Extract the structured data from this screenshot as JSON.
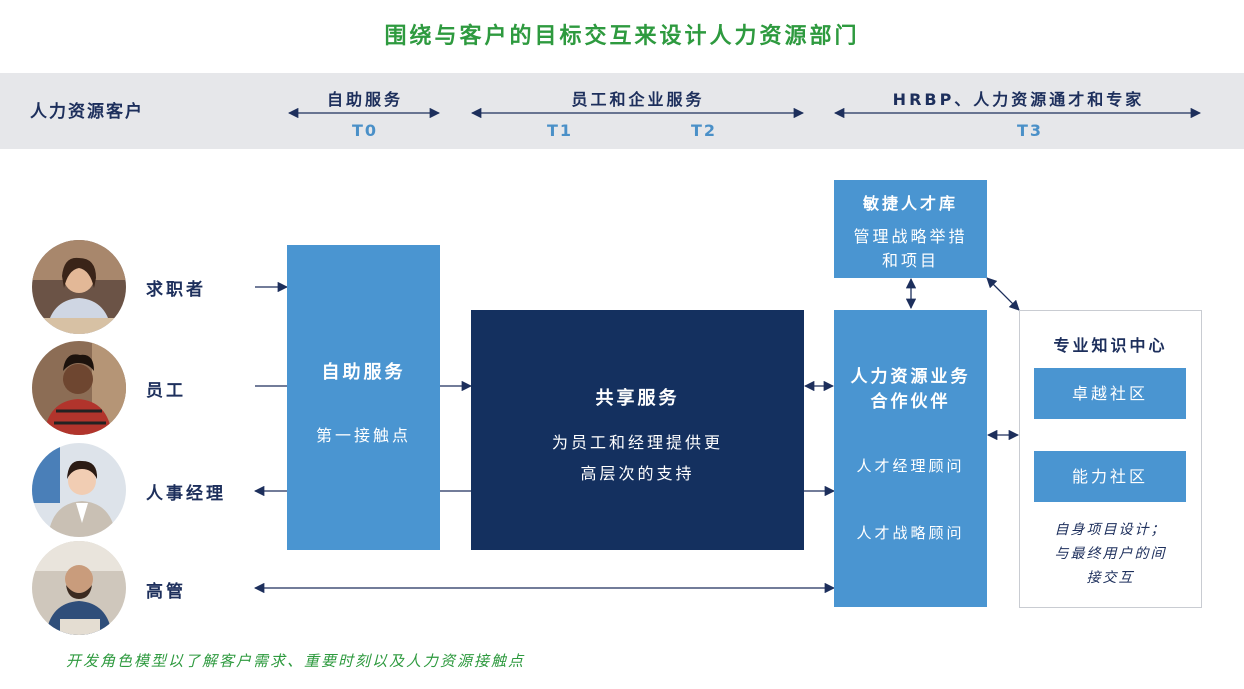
{
  "title": "围绕与客户的目标交互来设计人力资源部门",
  "band": {
    "label": "人力资源客户",
    "tiers": [
      {
        "name": "自助服务",
        "codes": [
          "T0"
        ]
      },
      {
        "name": "员工和企业服务",
        "codes": [
          "T1",
          "T2"
        ]
      },
      {
        "name": "HRBP、人力资源通才和专家",
        "codes": [
          "T3"
        ]
      }
    ]
  },
  "customers": [
    {
      "label": "求职者",
      "icon": "job-seeker-avatar"
    },
    {
      "label": "员工",
      "icon": "employee-avatar"
    },
    {
      "label": "人事经理",
      "icon": "hr-manager-avatar"
    },
    {
      "label": "高管",
      "icon": "executive-avatar"
    }
  ],
  "self_service": {
    "title": "自助服务",
    "subtitle": "第一接触点"
  },
  "shared_services": {
    "title": "共享服务",
    "desc_line1": "为员工和经理提供更",
    "desc_line2": "高层次的支持"
  },
  "talent_pool": {
    "title": "敏捷人才库",
    "line1": "管理战略举措",
    "line2": "和项目"
  },
  "hrbp": {
    "title_line1": "人力资源业务",
    "title_line2": "合作伙伴",
    "item1": "人才经理顾问",
    "item2": "人才战略顾问"
  },
  "expertise_center": {
    "title": "专业知识中心",
    "box1": "卓越社区",
    "box2": "能力社区",
    "note_line1": "自身项目设计；",
    "note_line2": "与最终用户的间",
    "note_line3": "接交互"
  },
  "footer": "开发角色模型以了解客户需求、重要时刻以及人力资源接触点",
  "colors": {
    "title_green": "#2e9a3f",
    "navy": "#1d2f5c",
    "light_blue": "#4a95d1",
    "dark_blue": "#14305f",
    "band_gray": "#e6e7ea"
  }
}
